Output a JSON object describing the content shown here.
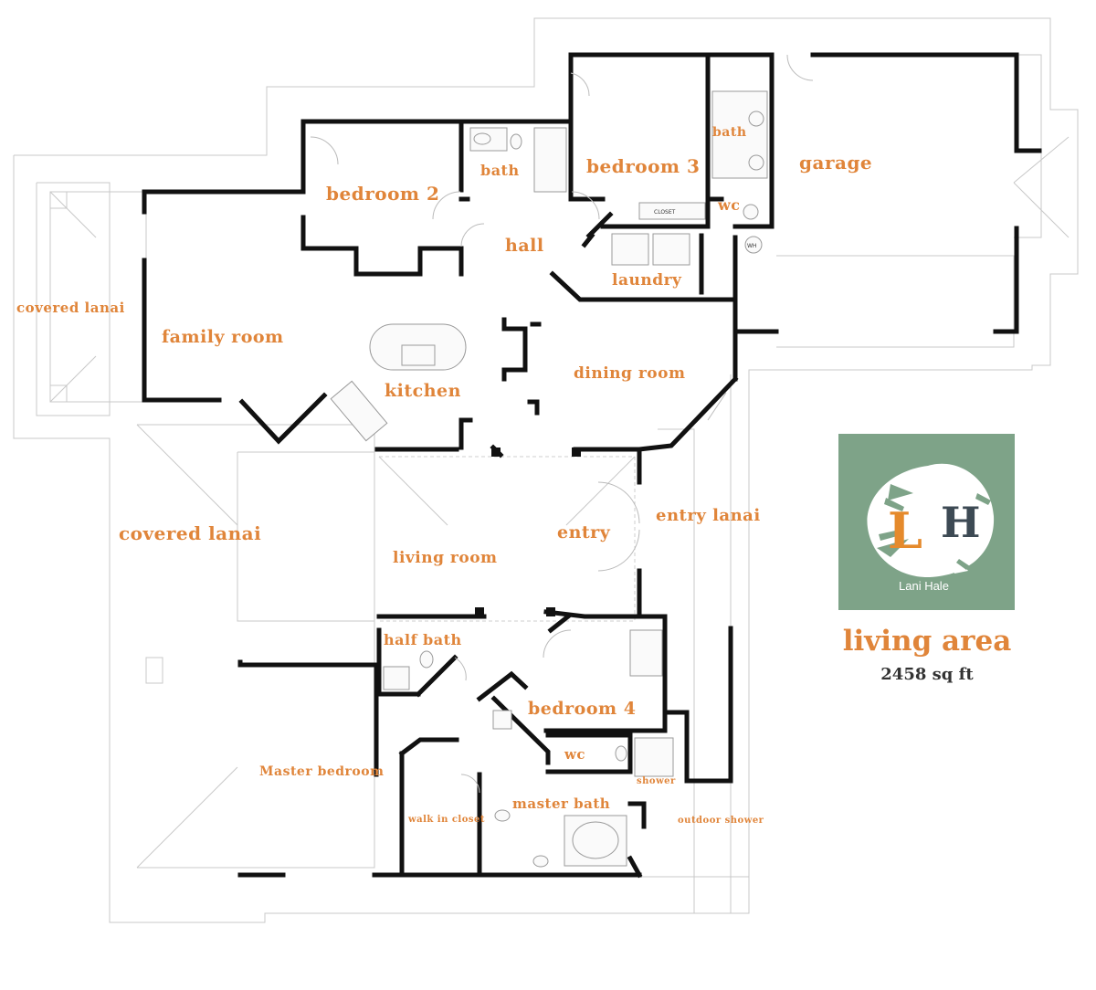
{
  "rooms": {
    "covered_lanai_left": "covered lanai",
    "family_room": "family room",
    "bedroom_2": "bedroom 2",
    "bath_upper": "bath",
    "bedroom_3": "bedroom 3",
    "bath_right": "bath",
    "garage": "garage",
    "wc_upper": "wc",
    "hall": "hall",
    "laundry": "laundry",
    "kitchen": "kitchen",
    "dining_room": "dining room",
    "covered_lanai_bottom": "covered lanai",
    "living_room": "living room",
    "entry": "entry",
    "entry_lanai": "entry lanai",
    "half_bath": "half bath",
    "bedroom_4": "bedroom 4",
    "wc_lower": "wc",
    "shower": "shower",
    "master_bedroom": "Master bedroom",
    "walk_in_closet": "walk in closet",
    "master_bath": "master bath",
    "outdoor_shower": "outdoor shower"
  },
  "fixtures": {
    "closet": "CLOSET",
    "wh": "WH"
  },
  "logo": {
    "letter_l": "L",
    "letter_h": "H",
    "brand": "Lani Hale",
    "bg_color": "#7ea388",
    "accent": "#e58a2c"
  },
  "legend": {
    "title": "living area",
    "area": "2458 sq ft"
  },
  "colors": {
    "label": "#e0853a",
    "wall": "#111111"
  }
}
